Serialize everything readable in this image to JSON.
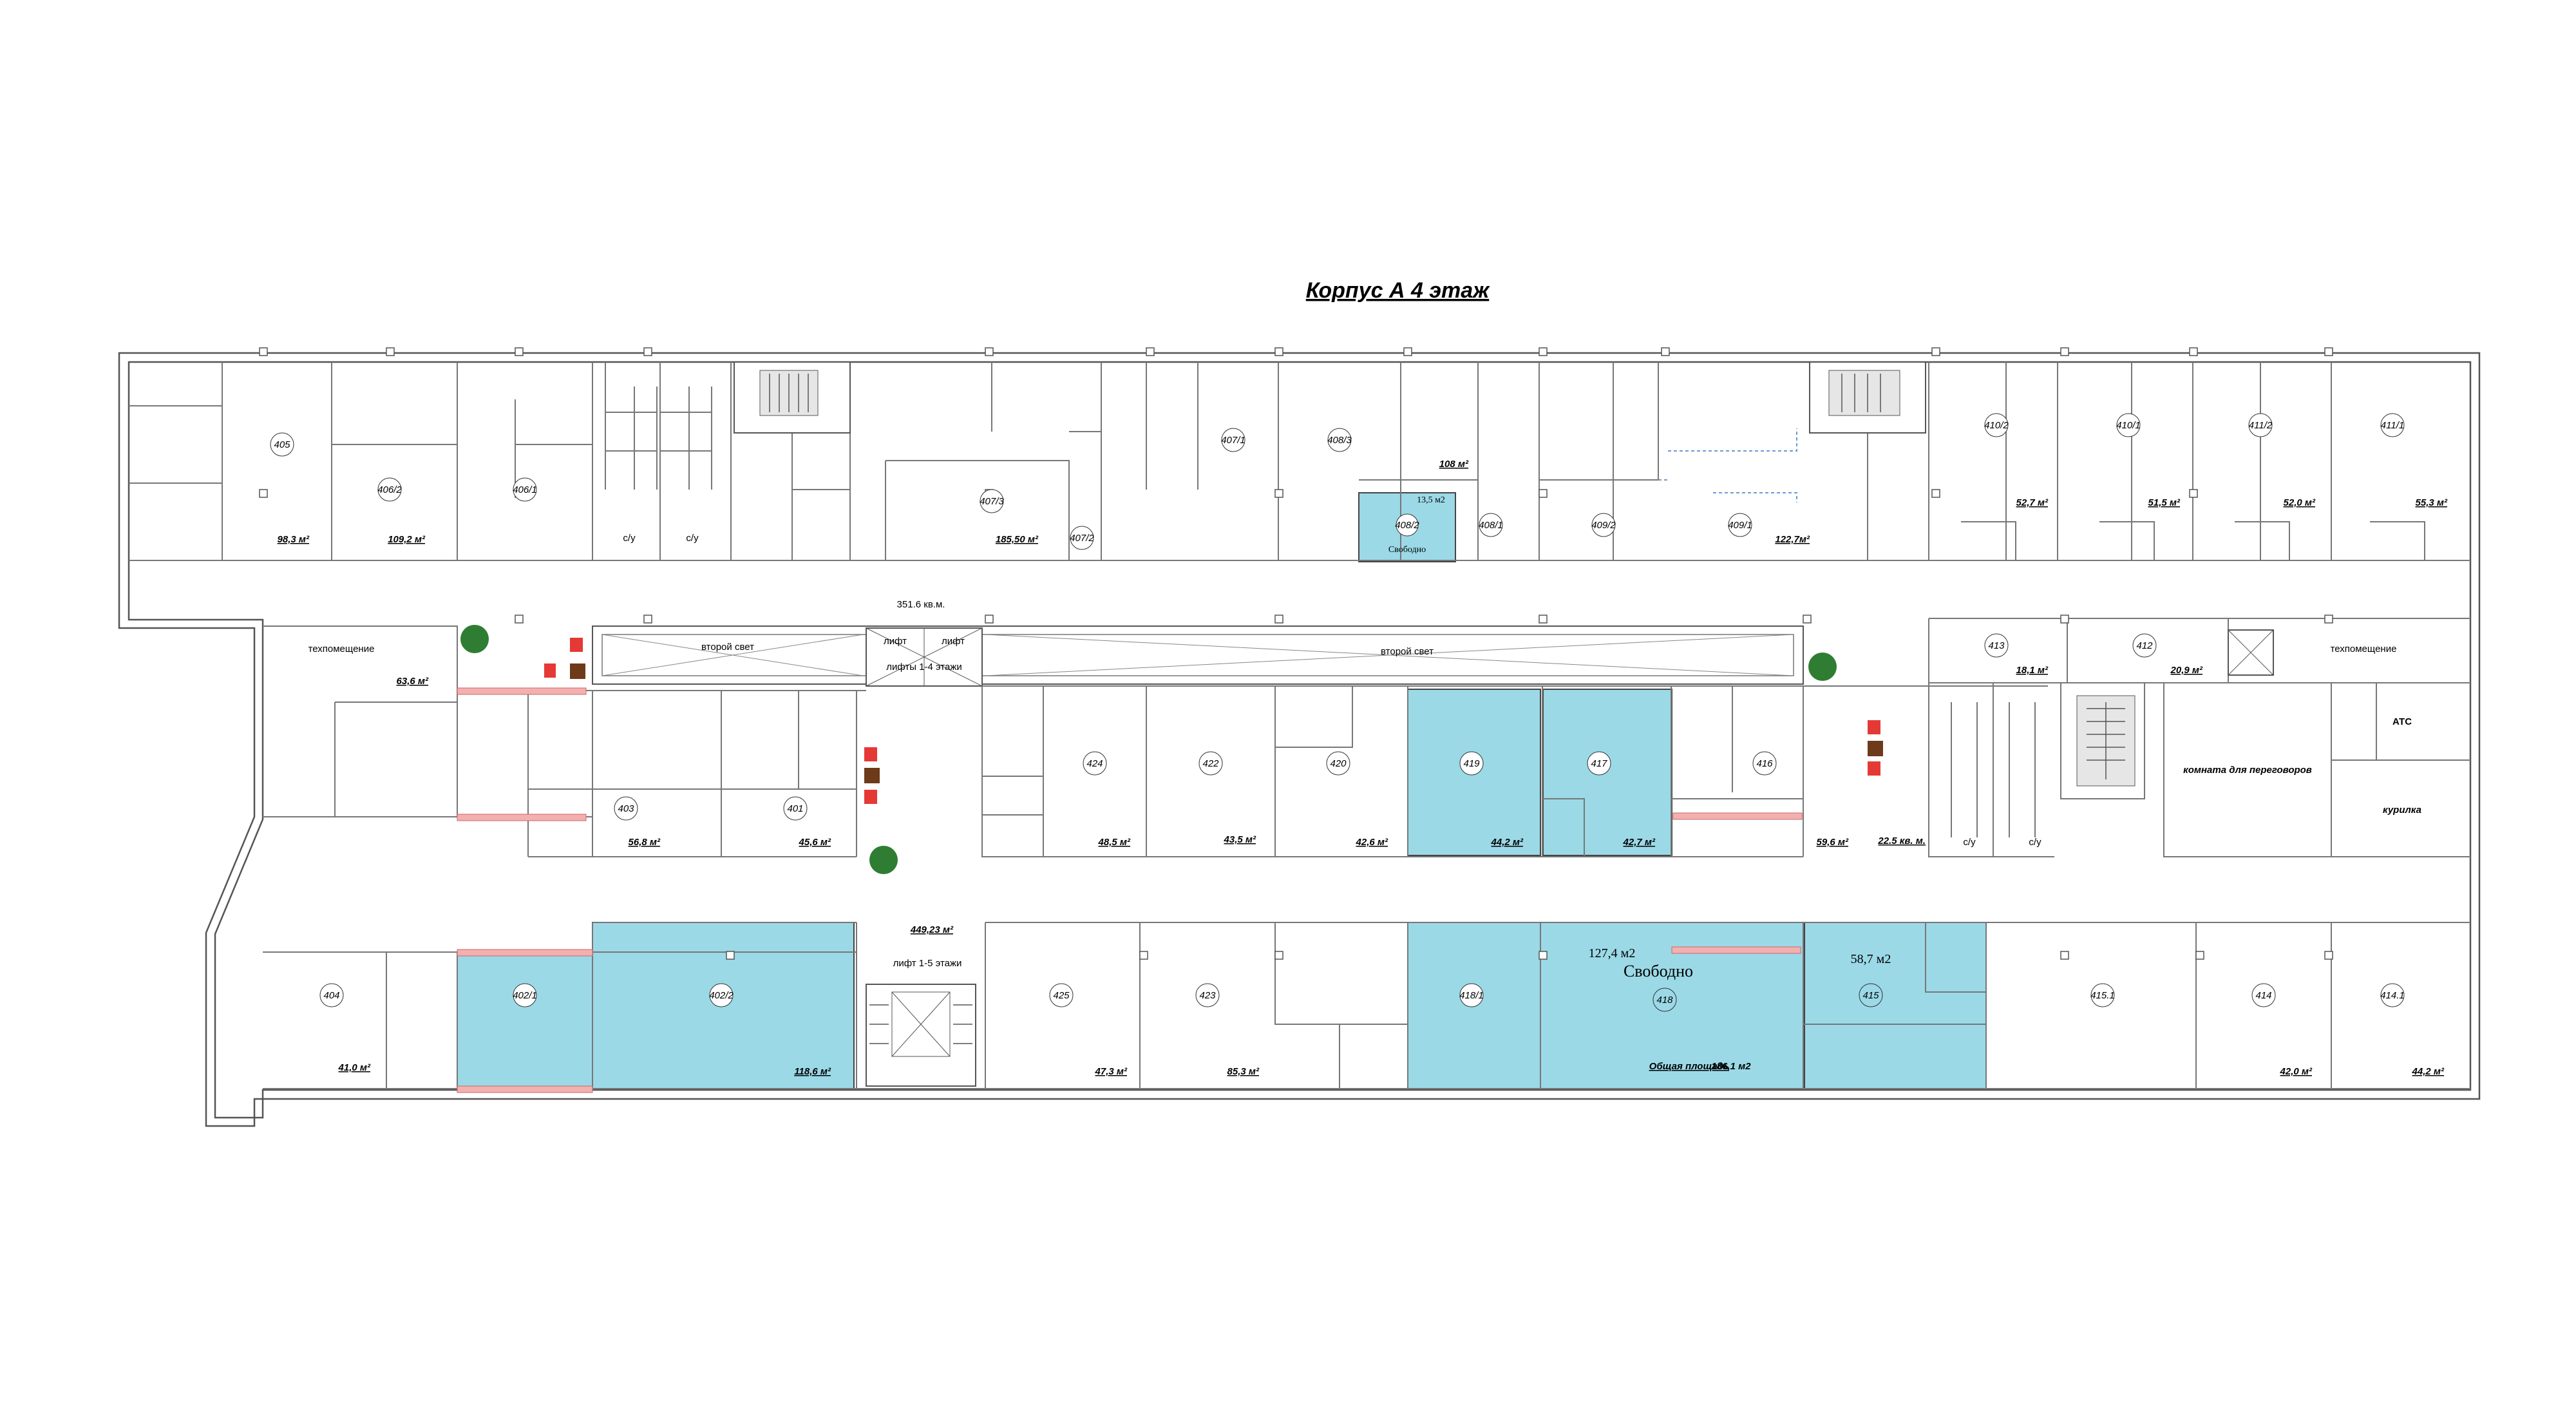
{
  "title": "Корпус А 4 этаж",
  "colors": {
    "free_space": "#9bd9e7",
    "wall": "#555555",
    "tree": "#2e7d32",
    "hydrant_red": "#e53935",
    "hydrant_brown": "#6d3a1a",
    "glass_partition": "#f3b0b0",
    "stair_fill": "#e6e6e6"
  },
  "top_rooms": {
    "r405": {
      "num": "405",
      "area": "98,3 м²"
    },
    "r406_2": {
      "num": "406/2",
      "area": "109,2 м²"
    },
    "r406_1": {
      "num": "406/1"
    },
    "wc1": "с/у",
    "wc2": "с/у",
    "r407_3": {
      "num": "407/3",
      "area": "185,50 м²"
    },
    "r407_2": {
      "num": "407/2"
    },
    "r407_1": {
      "num": "407/1"
    },
    "r408_3": {
      "num": "408/3"
    },
    "area_108": "108 м²",
    "r408_2": {
      "num": "408/2",
      "area": "13,5 м2",
      "status": "Свободно"
    },
    "r408_1": {
      "num": "408/1"
    },
    "r409_2": {
      "num": "409/2"
    },
    "r409_1": {
      "num": "409/1",
      "area": "122,7м²"
    },
    "r410_2": {
      "num": "410/2",
      "area": "52,7 м²"
    },
    "r410_1": {
      "num": "410/1",
      "area": "51,5 м²"
    },
    "r411_2": {
      "num": "411/2",
      "area": "52,0 м²"
    },
    "r411_1": {
      "num": "411/1",
      "area": "55,3 м²"
    }
  },
  "corridor": {
    "area_351": "351.6 кв.м.",
    "second_light_1": "второй свет",
    "second_light_2": "второй свет",
    "lift_a": "лифт",
    "lift_b": "лифт",
    "lifts_1_4": "лифты 1-4 этажи",
    "area_449": "449,23 м²",
    "lift_1_5": "лифт 1-5 этажи",
    "area_22_5": "22.5 кв. м."
  },
  "middle_rooms": {
    "tech1": {
      "name": "техпомещение",
      "area": "63,6 м²"
    },
    "r403": {
      "num": "403",
      "area": "56,8 м²"
    },
    "r401": {
      "num": "401",
      "area": "45,6 м²"
    },
    "r424": {
      "num": "424",
      "area": "48,5 м²"
    },
    "r422": {
      "num": "422",
      "area": "43,5 м²"
    },
    "r420": {
      "num": "420",
      "area": "42,6 м²"
    },
    "r419": {
      "num": "419",
      "area": "44,2 м²"
    },
    "r417": {
      "num": "417",
      "area": "42,7 м²"
    },
    "r416": {
      "num": "416",
      "area": "59,6 м²"
    },
    "wc3": "с/у",
    "wc4": "с/у",
    "r413": {
      "num": "413",
      "area": "18,1 м²"
    },
    "r412": {
      "num": "412",
      "area": "20,9 м²"
    },
    "tech2": {
      "name": "техпомещение"
    },
    "ats": "АТС",
    "meeting": "комната для переговоров",
    "smoking": "курилка"
  },
  "bottom_rooms": {
    "r404": {
      "num": "404",
      "area": "41,0 м²"
    },
    "r402_1": {
      "num": "402/1"
    },
    "r402_2": {
      "num": "402/2",
      "area": "118,6 м²"
    },
    "r425": {
      "num": "425",
      "area": "47,3 м²"
    },
    "r423": {
      "num": "423",
      "area": "85,3 м²"
    },
    "r418_1": {
      "num": "418/1"
    },
    "r418": {
      "num": "418",
      "area_label": "127,4 м2",
      "status": "Свободно",
      "total_label": "Общая площадь",
      "total_value": "186,1 м2"
    },
    "r415": {
      "num": "415",
      "area_label": "58,7 м2"
    },
    "r415_1": {
      "num": "415.1"
    },
    "r414": {
      "num": "414",
      "area": "42,0 м²"
    },
    "r414_1": {
      "num": "414.1",
      "area": "44,2 м²"
    }
  }
}
